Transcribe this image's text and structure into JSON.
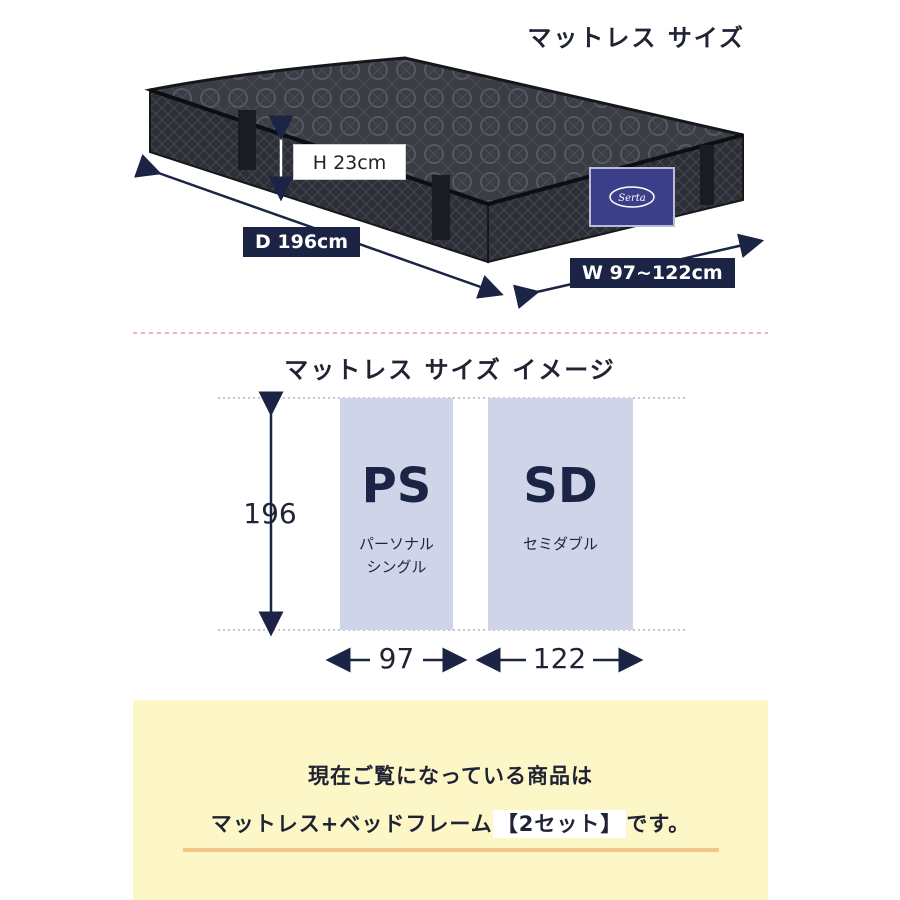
{
  "header": {
    "title": "マットレス サイズ"
  },
  "mattress": {
    "height_label": "H 23cm",
    "depth_label": "D 196cm",
    "width_label": "W 97~122cm",
    "logo_text": "Serta"
  },
  "size_image": {
    "title": "マットレス サイズ イメージ",
    "length": "196",
    "sizes": [
      {
        "code": "PS",
        "name_line1": "パーソナル",
        "name_line2": "シングル",
        "width": "97"
      },
      {
        "code": "SD",
        "name_line1": "セミダブル",
        "name_line2": "",
        "width": "122"
      }
    ]
  },
  "notice": {
    "line1": "現在ご覧になっている商品は",
    "line2_prefix": "マットレス+ベッドフレーム",
    "line2_highlight": "【2セット】",
    "line2_suffix": "です。"
  },
  "colors": {
    "navy": "#1b2444",
    "box_fill": "#d0d4e9",
    "notice_bg": "#fdf6c7",
    "divider": "#e6a0a8",
    "underline": "#f1c987"
  }
}
